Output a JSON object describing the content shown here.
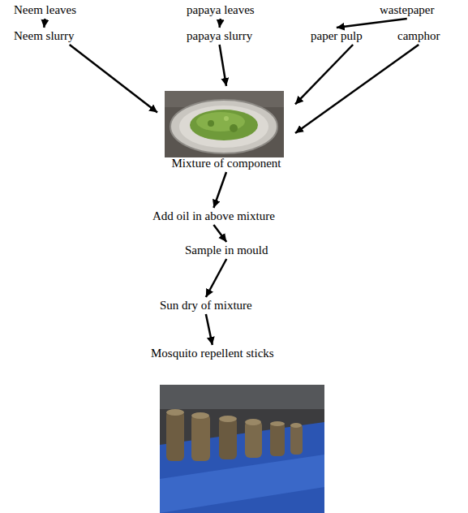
{
  "diagram": {
    "nodes": [
      {
        "text": [
          "Neem leaves"
        ]
      },
      {
        "text": [
          "papaya leaves"
        ]
      },
      {
        "text": [
          "wastepaper"
        ]
      },
      {
        "text": [
          "Neem slurry"
        ]
      },
      {
        "text": [
          "papaya slurry"
        ]
      },
      {
        "text": [
          "paper pulp"
        ]
      },
      {
        "text": [
          "camphor"
        ]
      },
      {
        "text": [
          "Mixture of component"
        ]
      },
      {
        "text": [
          "Add oil in above mixture"
        ]
      },
      {
        "text": [
          "Sample in mould"
        ]
      },
      {
        "text": [
          "Sun dry of mixture"
        ]
      },
      {
        "text": [
          "Mosquito repellent sticks"
        ]
      }
    ],
    "edges": [
      {
        "from": 0,
        "to": 3,
        "arrow": "to"
      },
      {
        "from": 1,
        "to": 4,
        "arrow": "to"
      },
      {
        "from": 2,
        "to": 5,
        "arrow": "to"
      },
      {
        "from": 3,
        "to": 7,
        "arrow": "to"
      },
      {
        "from": 4,
        "to": 7,
        "arrow": "to"
      },
      {
        "from": 5,
        "to": 7,
        "arrow": "to"
      },
      {
        "from": 6,
        "to": 7,
        "arrow": "to"
      },
      {
        "from": 7,
        "to": 8,
        "arrow": "to"
      },
      {
        "from": 8,
        "to": 9,
        "arrow": "to"
      },
      {
        "from": 9,
        "to": 10,
        "arrow": "to"
      },
      {
        "from": 10,
        "to": 11,
        "arrow": "to"
      }
    ]
  }
}
